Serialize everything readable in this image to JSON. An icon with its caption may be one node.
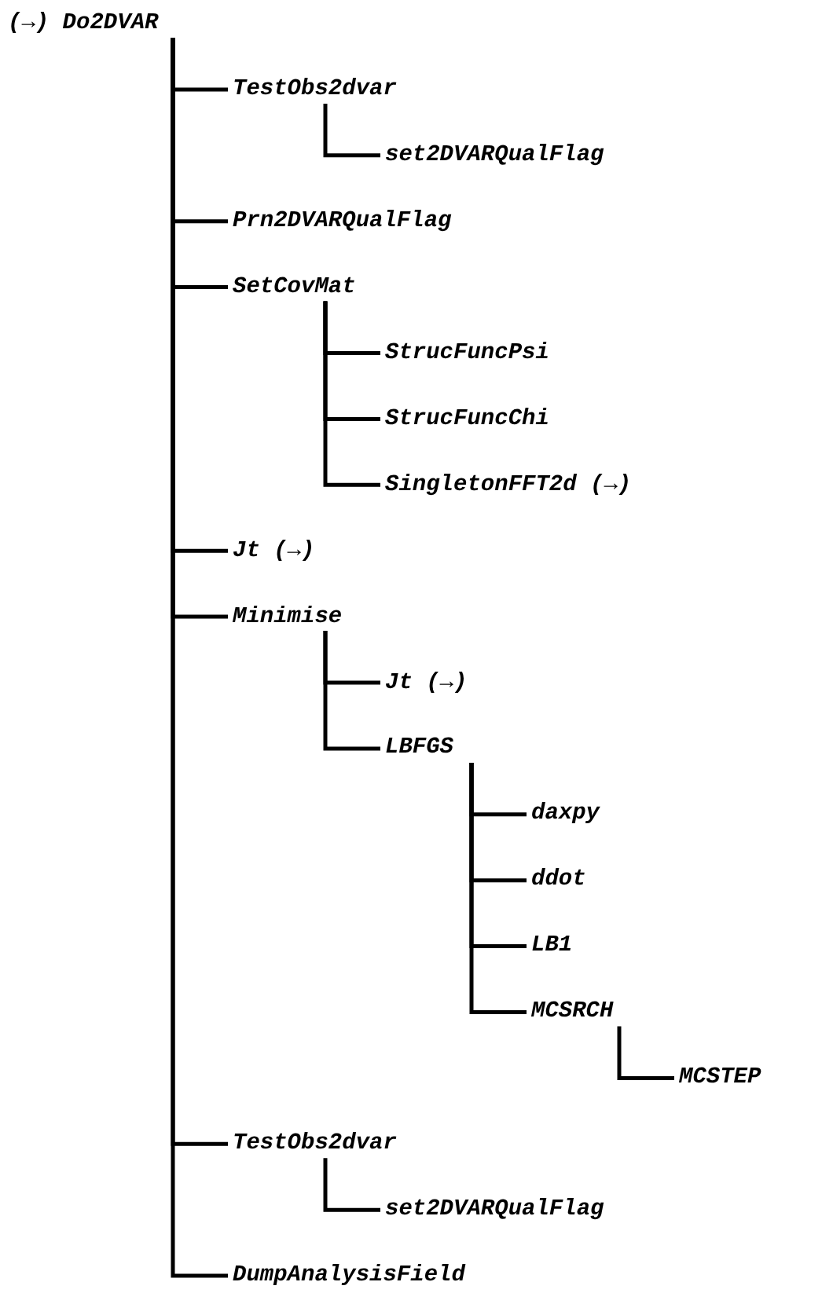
{
  "diagram": {
    "nodes": [
      {
        "text": [
          "(→) Do2DVAR"
        ]
      },
      {
        "text": [
          "TestObs2dvar"
        ]
      },
      {
        "text": [
          "set2DVARQualFlag"
        ]
      },
      {
        "text": [
          "Prn2DVARQualFlag"
        ]
      },
      {
        "text": [
          "SetCovMat"
        ]
      },
      {
        "text": [
          "StrucFuncPsi"
        ]
      },
      {
        "text": [
          "StrucFuncChi"
        ]
      },
      {
        "text": [
          "SingletonFFT2d (→)"
        ]
      },
      {
        "text": [
          "Jt (→)"
        ]
      },
      {
        "text": [
          "Minimise"
        ]
      },
      {
        "text": [
          "Jt (→)"
        ]
      },
      {
        "text": [
          "LBFGS"
        ]
      },
      {
        "text": [
          "daxpy"
        ]
      },
      {
        "text": [
          "ddot"
        ]
      },
      {
        "text": [
          "LB1"
        ]
      },
      {
        "text": [
          "MCSRCH"
        ]
      },
      {
        "text": [
          "MCSTEP"
        ]
      },
      {
        "text": [
          "TestObs2dvar"
        ]
      },
      {
        "text": [
          "set2DVARQualFlag"
        ]
      },
      {
        "text": [
          "DumpAnalysisField"
        ]
      }
    ],
    "edges": [
      {
        "from": 0,
        "to": 1,
        "arrow": "none"
      },
      {
        "from": 1,
        "to": 2,
        "arrow": "none"
      },
      {
        "from": 0,
        "to": 3,
        "arrow": "none"
      },
      {
        "from": 0,
        "to": 4,
        "arrow": "none"
      },
      {
        "from": 4,
        "to": 5,
        "arrow": "none"
      },
      {
        "from": 4,
        "to": 6,
        "arrow": "none"
      },
      {
        "from": 4,
        "to": 7,
        "arrow": "none"
      },
      {
        "from": 0,
        "to": 8,
        "arrow": "none"
      },
      {
        "from": 0,
        "to": 9,
        "arrow": "none"
      },
      {
        "from": 9,
        "to": 10,
        "arrow": "none"
      },
      {
        "from": 9,
        "to": 11,
        "arrow": "none"
      },
      {
        "from": 11,
        "to": 12,
        "arrow": "none"
      },
      {
        "from": 11,
        "to": 13,
        "arrow": "none"
      },
      {
        "from": 11,
        "to": 14,
        "arrow": "none"
      },
      {
        "from": 11,
        "to": 15,
        "arrow": "none"
      },
      {
        "from": 15,
        "to": 16,
        "arrow": "none"
      },
      {
        "from": 0,
        "to": 17,
        "arrow": "none"
      },
      {
        "from": 17,
        "to": 18,
        "arrow": "none"
      },
      {
        "from": 0,
        "to": 19,
        "arrow": "none"
      }
    ]
  }
}
